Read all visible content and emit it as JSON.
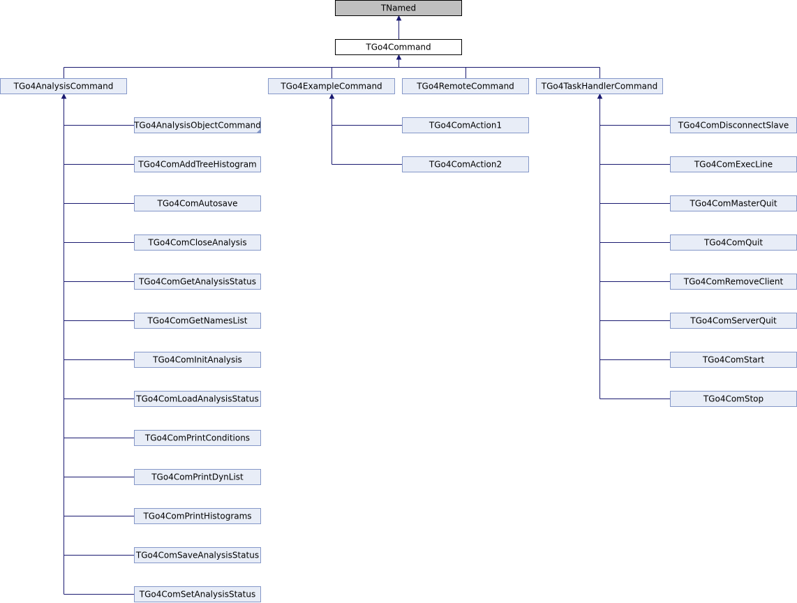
{
  "colors": {
    "root_fill": "#bfbfbf",
    "current_fill": "#ffffff",
    "class_fill": "#e8edf7",
    "class_stroke": "#8497c8",
    "dark_stroke": "#000000",
    "edge": "#191970"
  },
  "nodes": {
    "tnamed": "TNamed",
    "tgo4command": "TGo4Command",
    "analysis_command": "TGo4AnalysisCommand",
    "example_command": "TGo4ExampleCommand",
    "remote_command": "TGo4RemoteCommand",
    "taskhandler_command": "TGo4TaskHandlerCommand",
    "analysis_children": [
      "TGo4AnalysisObjectCommand",
      "TGo4ComAddTreeHistogram",
      "TGo4ComAutosave",
      "TGo4ComCloseAnalysis",
      "TGo4ComGetAnalysisStatus",
      "TGo4ComGetNamesList",
      "TGo4ComInitAnalysis",
      "TGo4ComLoadAnalysisStatus",
      "TGo4ComPrintConditions",
      "TGo4ComPrintDynList",
      "TGo4ComPrintHistograms",
      "TGo4ComSaveAnalysisStatus",
      "TGo4ComSetAnalysisStatus"
    ],
    "example_children": [
      "TGo4ComAction1",
      "TGo4ComAction2"
    ],
    "taskhandler_children": [
      "TGo4ComDisconnectSlave",
      "TGo4ComExecLine",
      "TGo4ComMasterQuit",
      "TGo4ComQuit",
      "TGo4ComRemoveClient",
      "TGo4ComServerQuit",
      "TGo4ComStart",
      "TGo4ComStop"
    ]
  }
}
